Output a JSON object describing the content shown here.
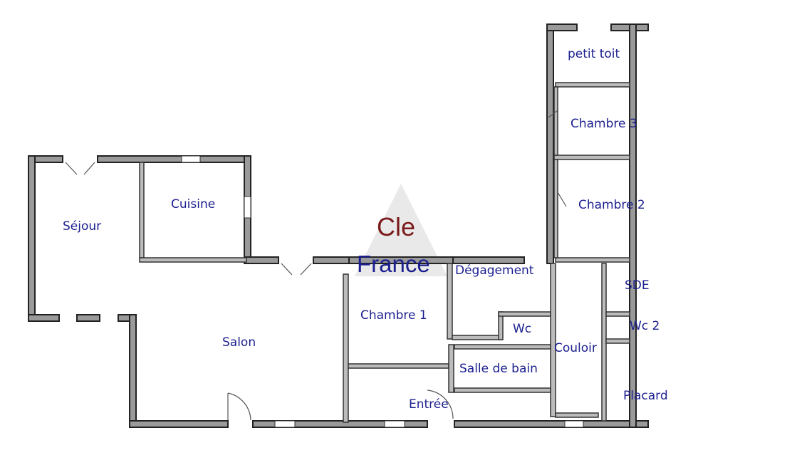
{
  "rooms": {
    "sejour": "Séjour",
    "cuisine": "Cuisine",
    "salon": "Salon",
    "chambre1": "Chambre 1",
    "degagement": "Dégagement",
    "wc": "Wc",
    "salle_de_bain": "Salle de bain",
    "entree": "Entrée",
    "couloir": "Couloir",
    "petit_toit": "petit toit",
    "chambre3": "Chambre 3",
    "chambre2": "Chambre 2",
    "sde": "SDE",
    "wc2": "Wc 2",
    "placard": "Placard"
  },
  "watermark": {
    "line1": "Cle",
    "line2": "France"
  },
  "colors": {
    "wall_fill": "#9a9a9a",
    "wall_stroke": "#222222",
    "label": "#1b1f8f",
    "logo_red": "#7b1a1a"
  }
}
